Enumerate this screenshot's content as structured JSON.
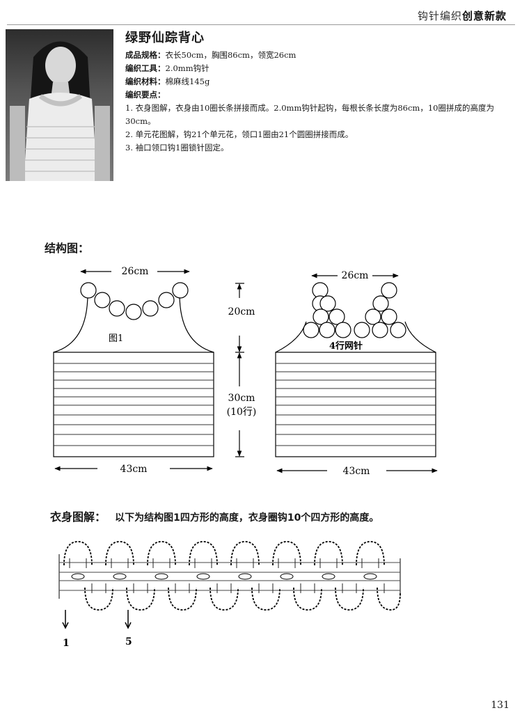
{
  "header": {
    "series_prefix": "钩针编织",
    "series_bold": "创意新款"
  },
  "pattern": {
    "title": "绿野仙踪背心",
    "spec_label": "成品规格：",
    "spec_value": "衣长50cm，胸围86cm，领宽26cm",
    "tool_label": "编织工具：",
    "tool_value": "2.0mm钩针",
    "material_label": "编织材料：",
    "material_value": "棉麻线145g",
    "notes_label": "编织要点：",
    "notes": [
      "1. 衣身图解，衣身由10圈长条拼接而成。2.0mm钩针起钩，每根长条长度为86cm，10圈拼成的高度为30cm。",
      "2. 单元花图解，钩21个单元花，领口1圈由21个圆圈拼接而成。",
      "3. 袖口领口钩1圈锁针固定。"
    ]
  },
  "structure": {
    "heading": "结构图：",
    "left": {
      "top_width": "26cm",
      "fig_label": "图1",
      "bottom_width": "43cm"
    },
    "right": {
      "top_width": "26cm",
      "band_label": "4行网针",
      "bottom_width": "43cm"
    },
    "upper_height": "20cm",
    "lower_height": "30cm",
    "lower_rows": "(10行)"
  },
  "body_chart": {
    "heading": "衣身图解：",
    "description": "以下为结构图1四方形的高度，衣身圈钩10个四方形的高度。",
    "marker_a": "1",
    "marker_b": "5"
  },
  "page_number": "131"
}
